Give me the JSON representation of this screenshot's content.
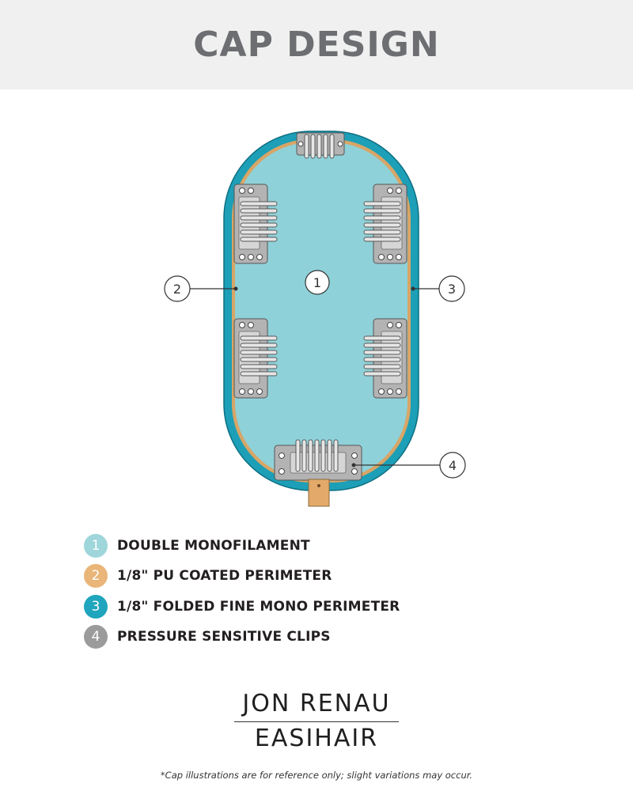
{
  "header": {
    "title": "CAP DESIGN"
  },
  "diagram": {
    "callouts": [
      {
        "number": "1"
      },
      {
        "number": "2"
      },
      {
        "number": "3"
      },
      {
        "number": "4"
      }
    ]
  },
  "legend": {
    "items": [
      {
        "number": "1",
        "label": "DOUBLE MONOFILAMENT",
        "color": "#9fd6db"
      },
      {
        "number": "2",
        "label": "1/8\" PU COATED PERIMETER",
        "color": "#e9b578"
      },
      {
        "number": "3",
        "label": "1/8\" FOLDED FINE MONO PERIMETER",
        "color": "#1fa5bd"
      },
      {
        "number": "4",
        "label": "PRESSURE SENSITIVE CLIPS",
        "color": "#9b9b9b"
      }
    ]
  },
  "brand": {
    "line1": "JON RENAU",
    "line2": "EASIHAIR"
  },
  "footnote": "*Cap illustrations are for reference only; slight variations may occur.",
  "colors": {
    "cap_fill": "#8fd1d8",
    "outer_perimeter": "#1c9fb7",
    "pu_perimeter": "#d8a566",
    "clip": "#b8b8b8",
    "tab": "#e3a96a"
  }
}
